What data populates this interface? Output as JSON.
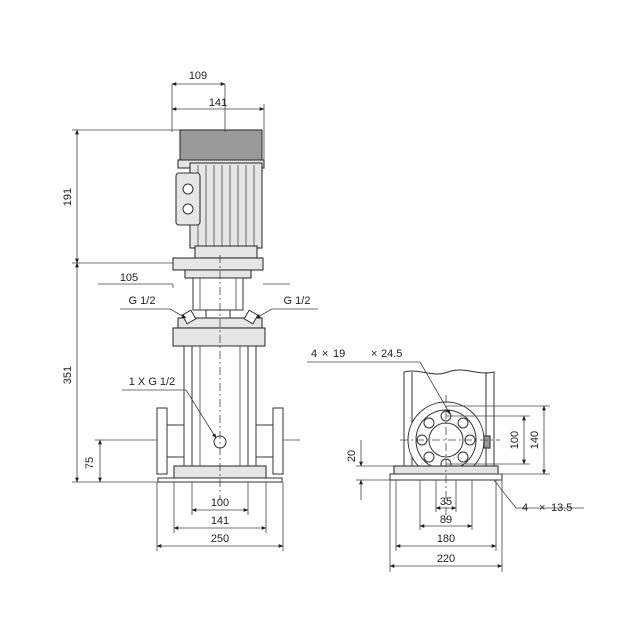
{
  "drawing": {
    "front_view": {
      "dims": {
        "motor_depth": "109",
        "motor_width": "141",
        "motor_height": "191",
        "pump_height": "351",
        "flange_width": "105",
        "bottom_port": "1 X G 1/2",
        "inlet_height": "75",
        "base_inner": "100",
        "base_mid": "141",
        "base_outer": "250"
      },
      "ports": {
        "left": "G 1/2",
        "right": "G 1/2"
      }
    },
    "side_view": {
      "dims": {
        "bolt_count_a": "4",
        "times_a": "×",
        "bolt_dia_a": "19",
        "times_b": "×",
        "bolt_circle": "24.5",
        "flange_inner": "100",
        "flange_outer": "140",
        "base_height": "20",
        "hole_count": "4",
        "times_c": "×",
        "hole_dia": "13.5",
        "base_d1": "35",
        "base_d2": "89",
        "base_d3": "180",
        "base_d4": "220"
      }
    }
  }
}
